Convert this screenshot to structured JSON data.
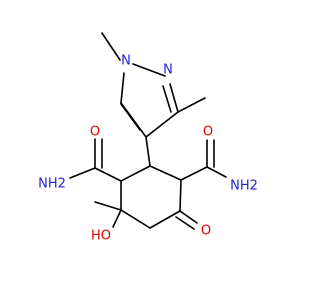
{
  "diagram": {
    "type": "chemical-structure",
    "colors": {
      "bond": "#000000",
      "N": "#2323d6",
      "O": "#e00000",
      "C": "#000000"
    },
    "labels": {
      "n_methyl": "N",
      "n_ring": "N",
      "amide1_o": "O",
      "amide1_nh2": "NH2",
      "amide2_o": "O",
      "amide2_nh2": "NH2",
      "ketone_o": "O",
      "hydroxyl": "HO"
    }
  }
}
